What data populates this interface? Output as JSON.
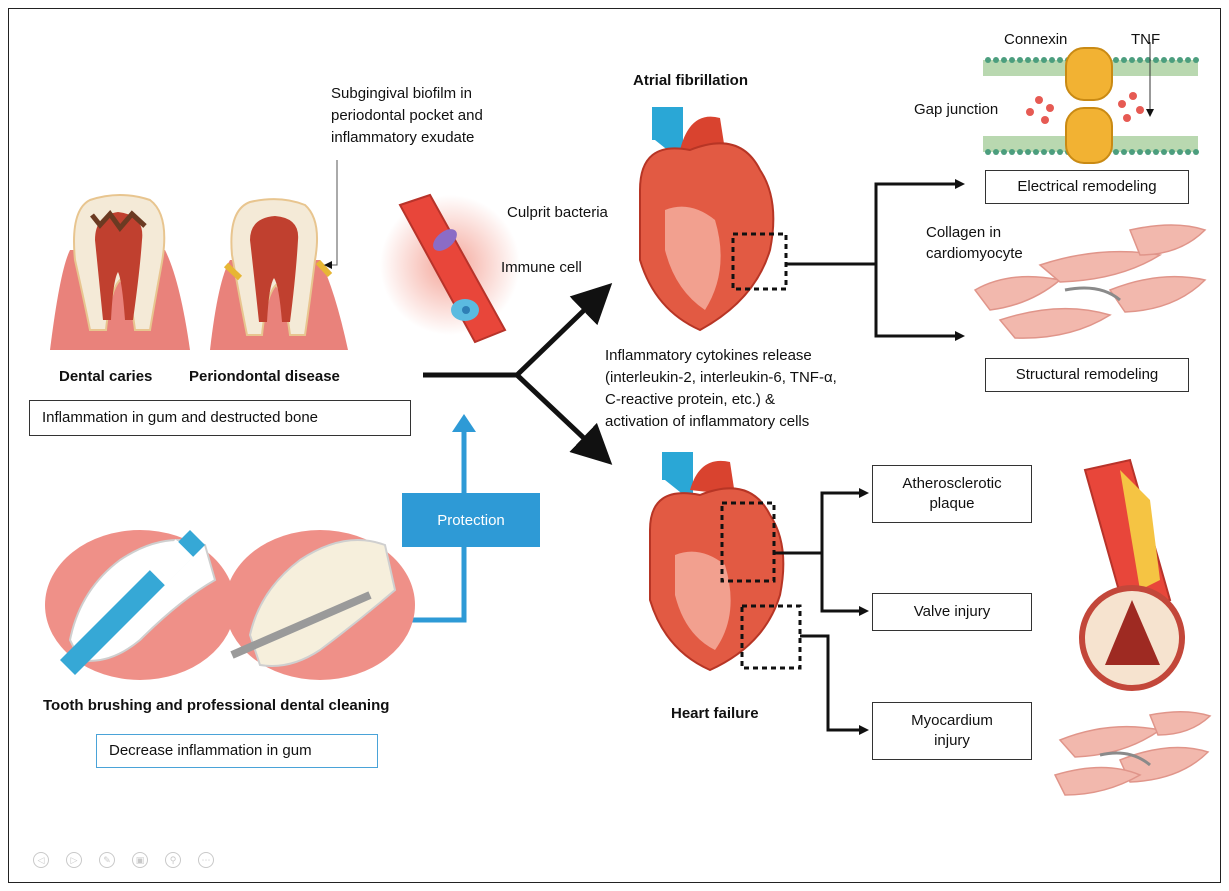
{
  "labels": {
    "biofilm": [
      "Subgingival biofilm in",
      "periodontal pocket and",
      "inflammatory exudate"
    ],
    "culprit_bacteria": "Culprit bacteria",
    "immune_cell": "Immune cell",
    "dental_caries": "Dental caries",
    "periodontal_disease": "Periondontal disease",
    "atrial_fibrillation": "Atrial fibrillation",
    "connexin": "Connexin",
    "tnf": "TNF",
    "gap_junction": "Gap junction",
    "collagen": [
      "Collagen in",
      "cardiomyocyte"
    ],
    "cytokines": [
      "Inflammatory cytokines release",
      "(interleukin-2, interleukin-6, TNF-α,",
      "C-reactive protein, etc.) &",
      "activation of inflammatory cells"
    ],
    "heart_failure": "Heart failure",
    "tooth_brushing": "Tooth brushing and professional dental cleaning"
  },
  "boxes": {
    "inflammation_gum_bone": "Inflammation in gum and destructed bone",
    "decrease_inflammation": "Decrease inflammation in gum",
    "protection": "Protection",
    "electrical_remodeling": "Electrical remodeling",
    "structural_remodeling": "Structural remodeling",
    "atherosclerotic_plaque": [
      "Atherosclerotic",
      "plaque"
    ],
    "valve_injury": "Valve injury",
    "myocardium_injury": [
      "Myocardium",
      "injury"
    ]
  },
  "viewer_controls": [
    {
      "icon": "previous-icon",
      "glyph": "◁"
    },
    {
      "icon": "next-icon",
      "glyph": "▷"
    },
    {
      "icon": "pen-icon",
      "glyph": "✎"
    },
    {
      "icon": "copy-icon",
      "glyph": "▣"
    },
    {
      "icon": "zoom-icon",
      "glyph": "⚲"
    },
    {
      "icon": "more-icon",
      "glyph": "⋯"
    }
  ],
  "colors": {
    "protection_blue": "#2e9ad6",
    "heart_red": "#d9432f",
    "vessel_blue": "#2aa7d6",
    "gum_pink": "#e9827b",
    "tooth_cream": "#f4ead7"
  }
}
